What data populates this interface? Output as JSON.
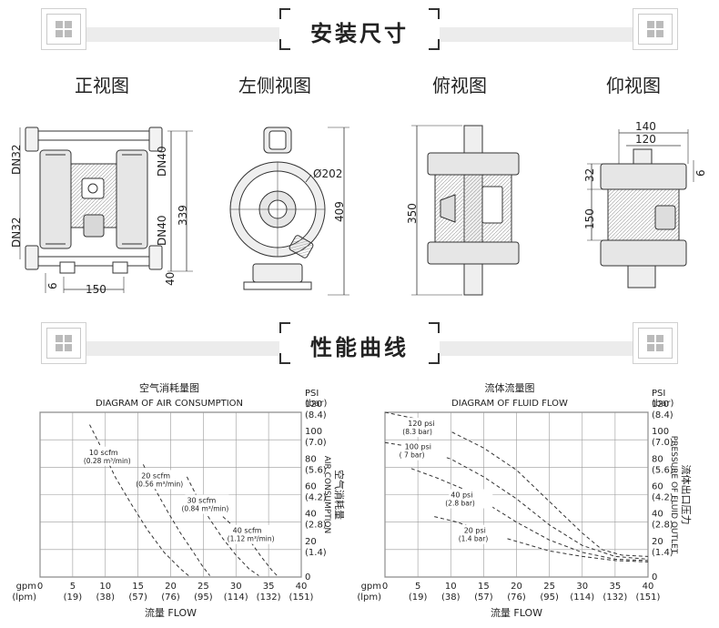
{
  "sections": {
    "install": {
      "title": "安装尺寸"
    },
    "performance": {
      "title": "性能曲线"
    }
  },
  "views": {
    "front": {
      "title": "正视图",
      "labels": {
        "dn_upper": "DN32",
        "dn_upper_right": "DN40",
        "dn_lower": "DN32",
        "dn_lower_right": "DN40",
        "height": "339",
        "foot": "40",
        "width": "150",
        "offset": "6"
      }
    },
    "side": {
      "title": "左侧视图",
      "labels": {
        "diameter": "Ø202",
        "height": "409"
      }
    },
    "top": {
      "title": "俯视图",
      "labels": {
        "length": "350"
      }
    },
    "bottom": {
      "title": "仰视图",
      "labels": {
        "outer": "140",
        "inner": "120",
        "top_dim": "32",
        "mid_dim": "150",
        "side_dim": "6"
      }
    }
  },
  "chart_data": [
    {
      "type": "line",
      "title": "空气消耗量图",
      "subtitle": "DIAGRAM OF AIR CONSUMPTION",
      "xlabel": "流量 FLOW",
      "ylabel_right": "空气消耗量",
      "ylabel_right_en": "AIR CONSUMPTION",
      "x_unit_top": "gpm",
      "x_unit_bottom": "(lpm)",
      "y_unit_top": "PSI",
      "y_unit_bottom": "(bar)",
      "xlim": [
        0,
        40
      ],
      "ylim": [
        0,
        120
      ],
      "x_ticks": [
        {
          "v": 0,
          "gpm": "0",
          "lpm": ""
        },
        {
          "v": 5,
          "gpm": "5",
          "lpm": "(19)"
        },
        {
          "v": 10,
          "gpm": "10",
          "lpm": "(38)"
        },
        {
          "v": 15,
          "gpm": "15",
          "lpm": "(57)"
        },
        {
          "v": 20,
          "gpm": "20",
          "lpm": "(76)"
        },
        {
          "v": 25,
          "gpm": "25",
          "lpm": "(95)"
        },
        {
          "v": 30,
          "gpm": "30",
          "lpm": "(114)"
        },
        {
          "v": 35,
          "gpm": "35",
          "lpm": "(132)"
        },
        {
          "v": 40,
          "gpm": "40",
          "lpm": "(151)"
        }
      ],
      "y_ticks": [
        {
          "v": 0,
          "psi": "0",
          "bar": ""
        },
        {
          "v": 20,
          "psi": "20",
          "bar": "(1.4)"
        },
        {
          "v": 40,
          "psi": "40",
          "bar": "(2.8)"
        },
        {
          "v": 60,
          "psi": "60",
          "bar": "(4.2)"
        },
        {
          "v": 80,
          "psi": "80",
          "bar": "(5.6)"
        },
        {
          "v": 100,
          "psi": "100",
          "bar": "(7.0)"
        },
        {
          "v": 120,
          "psi": "120",
          "bar": "(8.4)"
        }
      ],
      "grid": true,
      "series": [
        {
          "name": "10 scfm",
          "sub": "(0.28 m³/min)",
          "label_at": [
            7.5,
            89
          ],
          "points": [
            [
              7.6,
              111
            ],
            [
              9.5,
              93
            ],
            [
              11.5,
              73
            ],
            [
              14,
              53
            ],
            [
              16.5,
              34
            ],
            [
              19,
              18
            ],
            [
              21.5,
              6
            ],
            [
              23,
              0
            ]
          ]
        },
        {
          "name": "20 scfm",
          "sub": "(0.56 m³/min)",
          "label_at": [
            15.5,
            72
          ],
          "points": [
            [
              15.8,
              82
            ],
            [
              17.5,
              65
            ],
            [
              19.5,
              48
            ],
            [
              21.5,
              32
            ],
            [
              23.5,
              18
            ],
            [
              25,
              7
            ],
            [
              26,
              1
            ]
          ]
        },
        {
          "name": "30 scfm",
          "sub": "(0.84 m³/min)",
          "label_at": [
            22.5,
            54
          ],
          "points": [
            [
              22.5,
              73
            ],
            [
              24.5,
              54
            ],
            [
              26,
              42
            ],
            [
              28,
              28
            ],
            [
              30,
              16
            ],
            [
              32,
              6
            ],
            [
              33.5,
              1
            ]
          ]
        },
        {
          "name": "40 scfm",
          "sub": "(1.12 m³/min)",
          "label_at": [
            29.5,
            32
          ],
          "points": [
            [
              28,
              44
            ],
            [
              30.5,
              33
            ],
            [
              32.5,
              24
            ],
            [
              34,
              14
            ],
            [
              35.5,
              5
            ],
            [
              36.5,
              0
            ]
          ]
        }
      ]
    },
    {
      "type": "line",
      "title": "流体流量图",
      "subtitle": "DIAGRAM OF FLUID FLOW",
      "xlabel": "流量 FLOW",
      "ylabel_right": "流体出口压力",
      "ylabel_right_en": "PRESSURE OF FLUID OUTLET",
      "x_unit_top": "gpm",
      "x_unit_bottom": "(lpm)",
      "y_unit_top": "PSI",
      "y_unit_bottom": "(bar)",
      "xlim": [
        0,
        40
      ],
      "ylim": [
        0,
        120
      ],
      "x_ticks": [
        {
          "v": 0,
          "gpm": "0",
          "lpm": ""
        },
        {
          "v": 5,
          "gpm": "5",
          "lpm": "(19)"
        },
        {
          "v": 10,
          "gpm": "10",
          "lpm": "(38)"
        },
        {
          "v": 15,
          "gpm": "15",
          "lpm": "(57)"
        },
        {
          "v": 20,
          "gpm": "20",
          "lpm": "(76)"
        },
        {
          "v": 25,
          "gpm": "25",
          "lpm": "(95)"
        },
        {
          "v": 30,
          "gpm": "30",
          "lpm": "(114)"
        },
        {
          "v": 35,
          "gpm": "35",
          "lpm": "(132)"
        },
        {
          "v": 40,
          "gpm": "40",
          "lpm": "(151)"
        }
      ],
      "y_ticks": [
        {
          "v": 0,
          "psi": "0",
          "bar": ""
        },
        {
          "v": 20,
          "psi": "20",
          "bar": "(1.4)"
        },
        {
          "v": 40,
          "psi": "40",
          "bar": "(2.8)"
        },
        {
          "v": 60,
          "psi": "60",
          "bar": "(4.2)"
        },
        {
          "v": 80,
          "psi": "80",
          "bar": "(5.6)"
        },
        {
          "v": 100,
          "psi": "100",
          "bar": "(7.0)"
        },
        {
          "v": 120,
          "psi": "120",
          "bar": "(8.4)"
        }
      ],
      "grid": true,
      "series": [
        {
          "name": "120 psi",
          "sub": "(8.3 bar)",
          "label_at": [
            3.5,
            110
          ],
          "points": [
            [
              0,
              120
            ],
            [
              5,
              115
            ],
            [
              10,
              106
            ],
            [
              15,
              94
            ],
            [
              20,
              78
            ],
            [
              25,
              55
            ],
            [
              30,
              32
            ],
            [
              33,
              20
            ],
            [
              36,
              16
            ],
            [
              40,
              15
            ]
          ]
        },
        {
          "name": "100 psi",
          "sub": "( 7 bar)",
          "label_at": [
            3,
            93
          ],
          "points": [
            [
              0,
              98
            ],
            [
              5,
              94
            ],
            [
              10,
              86
            ],
            [
              15,
              73
            ],
            [
              20,
              57
            ],
            [
              25,
              38
            ],
            [
              30,
              23
            ],
            [
              35,
              15
            ],
            [
              40,
              13
            ]
          ]
        },
        {
          "name": "40 psi",
          "sub": "(2.8 bar)",
          "label_at": [
            10,
            58
          ],
          "points": [
            [
              4,
              79
            ],
            [
              8,
              72
            ],
            [
              12,
              64
            ],
            [
              16,
              52
            ],
            [
              20,
              40
            ],
            [
              25,
              27
            ],
            [
              30,
              18
            ],
            [
              35,
              13
            ],
            [
              40,
              12
            ]
          ]
        },
        {
          "name": "20 psi",
          "sub": "(1.4 bar)",
          "label_at": [
            12,
            32
          ],
          "points": [
            [
              7.5,
              44
            ],
            [
              11,
              40
            ],
            [
              15,
              33
            ],
            [
              20,
              26
            ],
            [
              25,
              19
            ],
            [
              30,
              15
            ],
            [
              35,
              12
            ],
            [
              40,
              11
            ]
          ]
        }
      ]
    }
  ]
}
